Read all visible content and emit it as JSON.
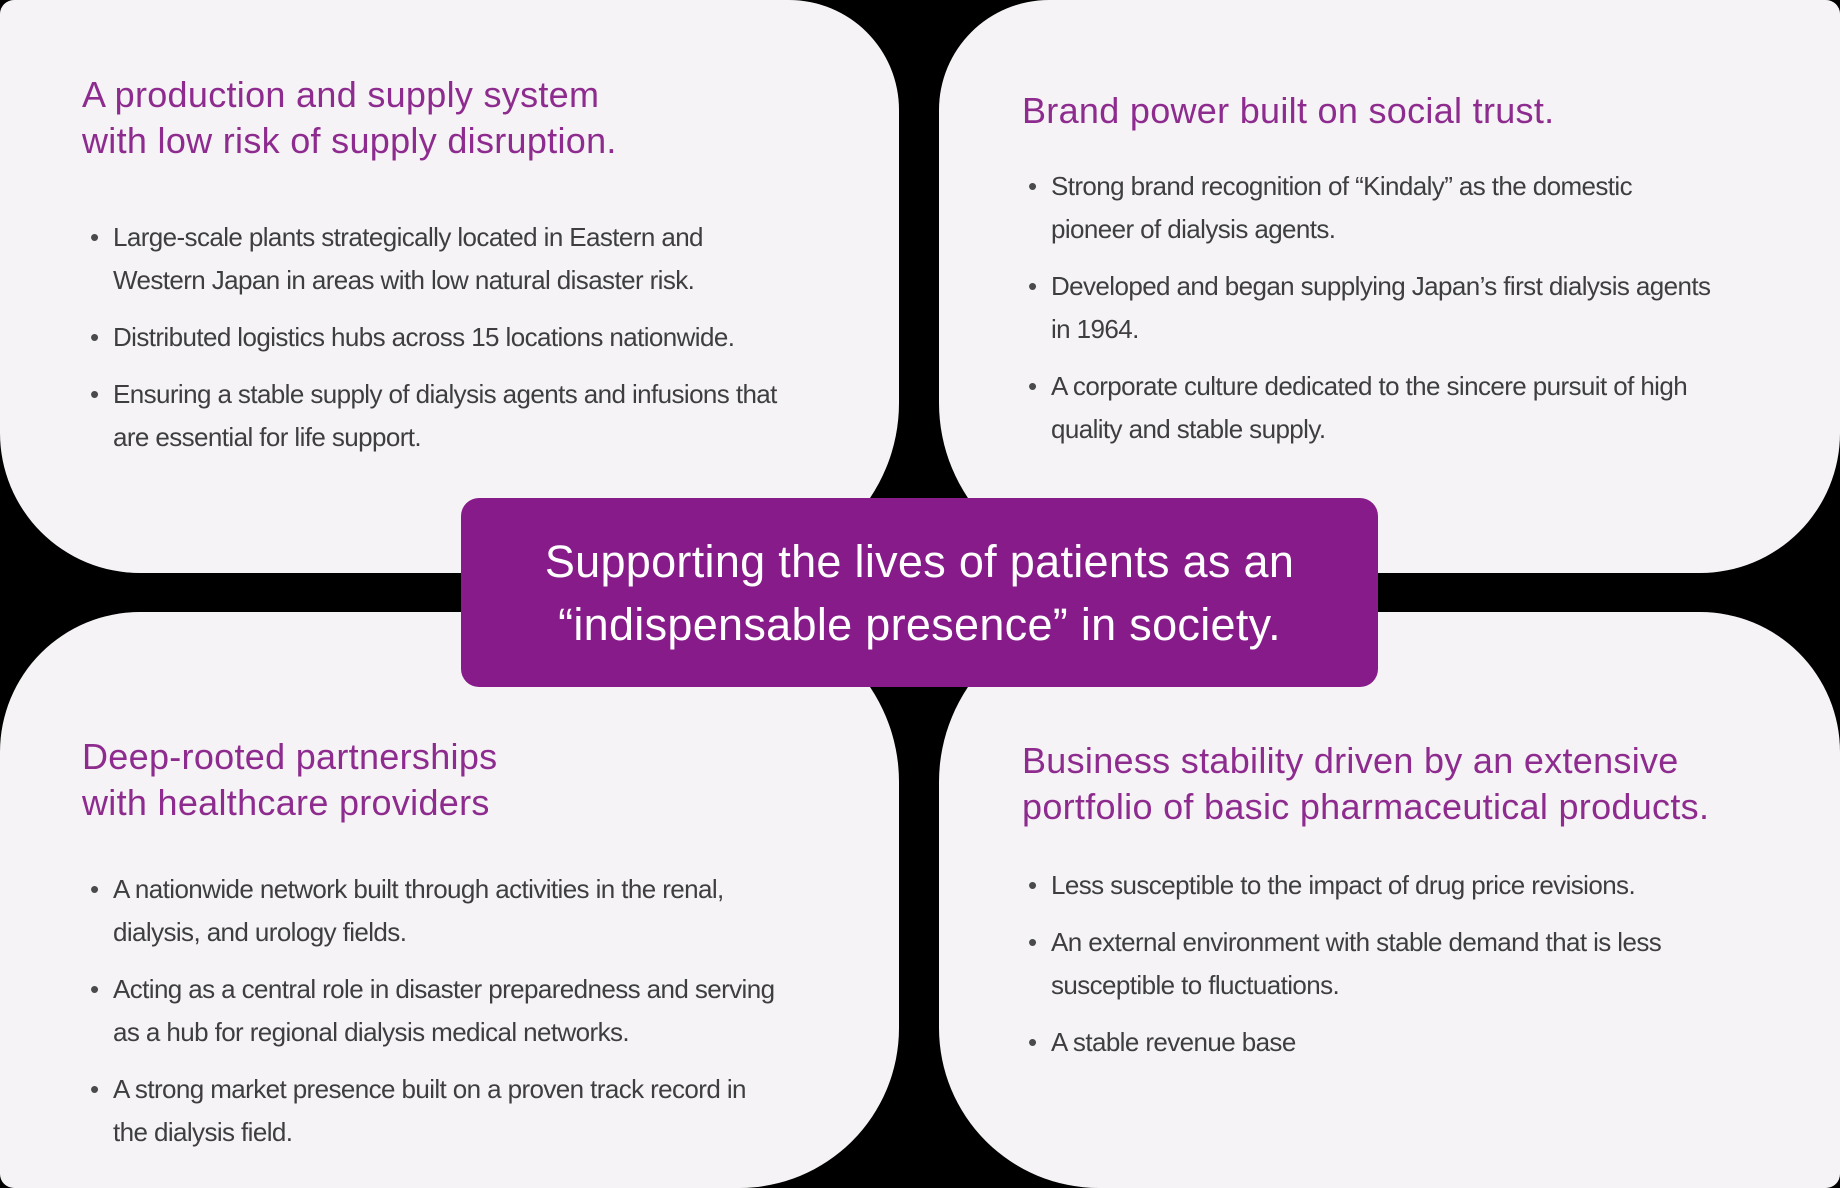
{
  "theme": {
    "background": "#000000",
    "card_background": "#f5f3f5",
    "heading_color": "#8e2b8f",
    "body_text_color": "#3e3e40",
    "bullet_dot_color": "#4a4a4c",
    "center_banner_background": "#871b8a",
    "center_banner_text_color": "#ffffff"
  },
  "center": {
    "text": "Supporting the lives of patients as an\n“indispensable presence” in society."
  },
  "cards": [
    {
      "id": "production-supply",
      "title": "A production and supply system\nwith low risk of supply disruption.",
      "bullets": [
        "Large-scale plants strategically located in Eastern and\nWestern Japan in areas with low natural disaster risk.",
        "Distributed logistics hubs across 15 locations nationwide.",
        "Ensuring a stable supply of dialysis agents and infusions that\nare essential for life support."
      ]
    },
    {
      "id": "brand-power",
      "title": "Brand power built on social trust.",
      "bullets": [
        "Strong brand recognition of “Kindaly” as the domestic\npioneer of dialysis agents.",
        "Developed and began supplying Japan’s first dialysis agents\nin 1964.",
        "A corporate culture dedicated to the sincere pursuit of high\nquality and stable supply."
      ]
    },
    {
      "id": "partnerships",
      "title": "Deep-rooted partnerships\nwith healthcare providers",
      "bullets": [
        "A nationwide network built through activities in the renal,\ndialysis, and urology fields.",
        "Acting as a central role in disaster preparedness and serving\nas a hub for regional dialysis medical networks.",
        "A strong market presence built on a proven track record in\nthe dialysis field."
      ]
    },
    {
      "id": "business-stability",
      "title": "Business stability driven by an extensive\nportfolio of basic pharmaceutical products.",
      "bullets": [
        "Less susceptible to the impact of drug price revisions.",
        "An external environment with stable demand that is less\nsusceptible to fluctuations.",
        "A stable revenue base"
      ]
    }
  ]
}
